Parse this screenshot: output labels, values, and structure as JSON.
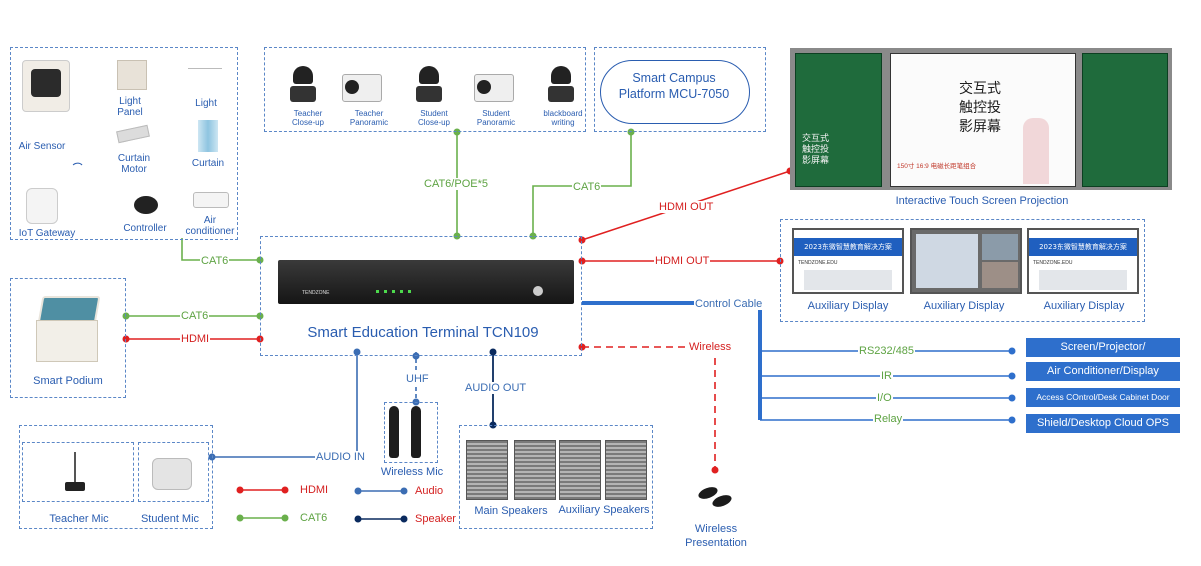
{
  "smart_home": {
    "air_sensor": "Air Sensor",
    "iot_gateway": "IoT Gateway",
    "light_panel": "Light Panel",
    "light": "Light",
    "curtain_motor": "Curtain Motor",
    "curtain": "Curtain",
    "controller": "Controller",
    "air_conditioner": "Air conditioner"
  },
  "cameras": [
    {
      "label": "Teacher Close-up"
    },
    {
      "label": "Teacher Panoramic"
    },
    {
      "label": "Student Close-up"
    },
    {
      "label": "Student Panoramic"
    },
    {
      "label": "blackboard writing"
    }
  ],
  "cloud": "Smart Campus Platform MCU-7050",
  "touch_screen": {
    "caption": "Interactive Touch Screen Projection",
    "screen_text": [
      "交互式",
      "触控投",
      "影屏幕"
    ],
    "board_text": [
      "交互式",
      "触控投",
      "影屏幕"
    ],
    "bottom_text": "150寸 16:9 电磁长距笔组合"
  },
  "aux_displays": {
    "items": [
      "Auxiliary Display",
      "Auxiliary Display",
      "Auxiliary Display"
    ],
    "screen_title": "2023东微智慧教育解决方案",
    "screen_sub": "TENDZONE.EDU"
  },
  "terminal": {
    "name": "Smart Education Terminal TCN109",
    "brand": "TENDZONE"
  },
  "podium": "Smart Podium",
  "mics": {
    "teacher": "Teacher Mic",
    "student": "Student Mic",
    "wireless": "Wireless Mic"
  },
  "speakers": {
    "main": "Main Speakers",
    "aux": "Auxiliary Speakers"
  },
  "wireless_presentation": "Wireless Presentation",
  "connections": {
    "cat6_poe": "CAT6/POE*5",
    "cat6_cloud": "CAT6",
    "cat6_home": "CAT6",
    "cat6_podium": "CAT6",
    "hdmi_podium": "HDMI",
    "hdmi_out_1": "HDMI OUT",
    "hdmi_out_2": "HDMI OUT",
    "control_cable": "Control Cable",
    "wireless": "Wireless",
    "uhf": "UHF",
    "audio_out": "AUDIO OUT",
    "audio_in": "AUDIO IN"
  },
  "control": [
    {
      "line": "RS232/485",
      "target": "Screen/Projector/"
    },
    {
      "line": "IR",
      "target": "Air Conditioner/Display"
    },
    {
      "line": "I/O",
      "target": "Access COntrol/Desk Cabinet Door"
    },
    {
      "line": "Relay",
      "target": "Shield/Desktop Cloud OPS"
    }
  ],
  "legend": [
    {
      "label": "HDMI",
      "color": "#e02020"
    },
    {
      "label": "CAT6",
      "color": "#6ab04c"
    },
    {
      "label": "Audio",
      "color": "#3b6db3"
    },
    {
      "label": "Speaker",
      "color": "#0a2a5e"
    }
  ]
}
